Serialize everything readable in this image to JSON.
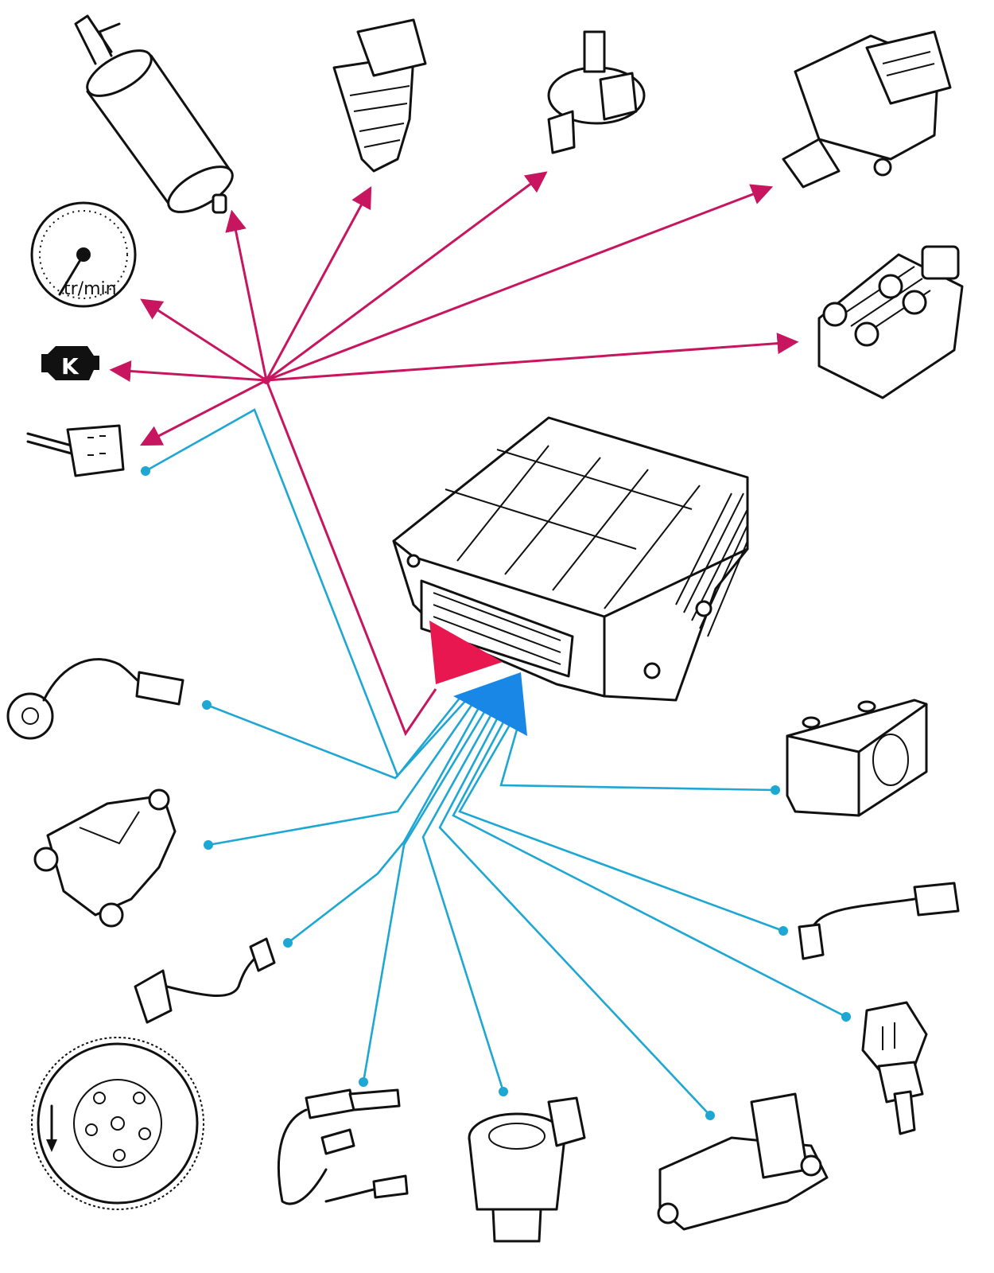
{
  "colors": {
    "outputs": "#c8155f",
    "inputs": "#1ea7d3",
    "output_triangle": "#e8174f",
    "input_triangle": "#1987e6",
    "ink": "#111111"
  },
  "tachometer": {
    "unit_label": "tr/min"
  },
  "indicator_glyph": "K",
  "components": {
    "outputs": [
      "fuel-pump",
      "injector",
      "canister-purge-valve",
      "idle-air-control-valve",
      "tachometer",
      "engine-warning-lamp",
      "diagnostic-connector",
      "ignition-coil"
    ],
    "inputs": [
      "ecu",
      "knock-sensor",
      "map-sensor",
      "crankshaft-sensor",
      "flywheel",
      "oxygen-sensor",
      "throttle-body",
      "throttle-position-sensor",
      "coolant-temperature-sensor",
      "air-temperature-sensor",
      "battery"
    ]
  }
}
